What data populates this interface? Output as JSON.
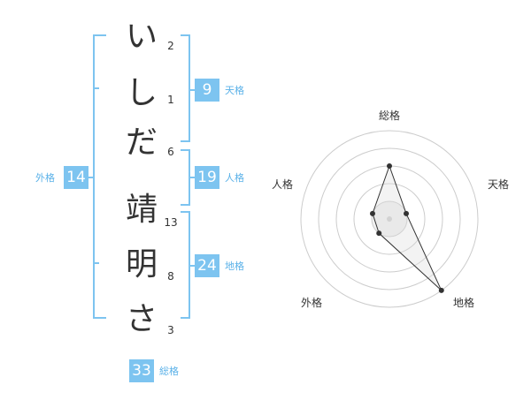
{
  "name": {
    "chars": [
      "い",
      "し",
      "だ",
      "靖",
      "明",
      "さ"
    ],
    "strokes": [
      "2",
      "1",
      "6",
      "13",
      "8",
      "3"
    ]
  },
  "scores": {
    "tenkaku": {
      "value": "9",
      "label": "天格"
    },
    "jinkaku": {
      "value": "19",
      "label": "人格"
    },
    "chikaku": {
      "value": "24",
      "label": "地格"
    },
    "gaikaku": {
      "value": "14",
      "label": "外格"
    },
    "soukaku": {
      "value": "33",
      "label": "総格"
    }
  },
  "radar": {
    "labels": {
      "top": "総格",
      "right": "天格",
      "bottom_right": "地格",
      "bottom_left": "外格",
      "left": "人格"
    },
    "rings": 4,
    "levels": {
      "soukaku": 3,
      "tenkaku": 1,
      "chikaku": 5,
      "gaikaku": 1,
      "jinkaku": 1
    },
    "colors": {
      "grid": "#cccccc",
      "line": "#333333",
      "fill": "#eeeeee",
      "point": "#333333"
    }
  },
  "colors": {
    "accent": "#7dc4f0",
    "bracket": "#5ab1e8"
  }
}
